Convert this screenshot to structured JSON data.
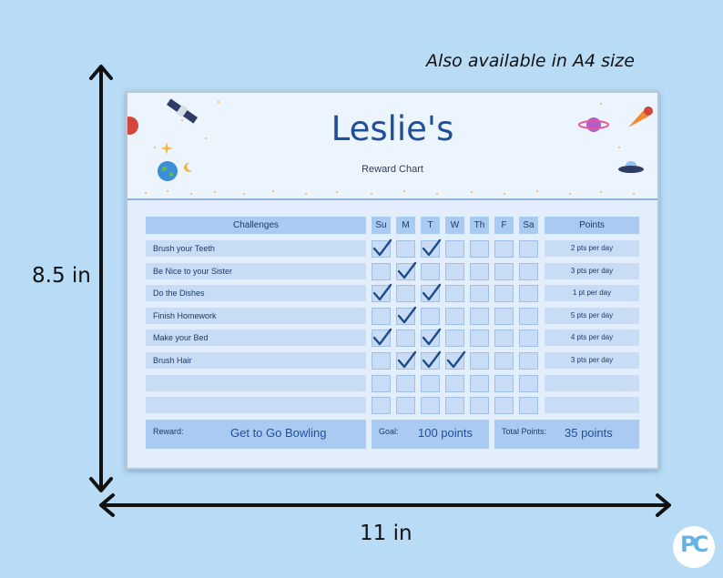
{
  "caption": "Also available in A4 size",
  "dimensions": {
    "height": "8.5 in",
    "width": "11 in"
  },
  "chart": {
    "name": "Leslie's",
    "subtitle": "Reward Chart",
    "headers": {
      "challenges": "Challenges",
      "points": "Points",
      "days": [
        "Su",
        "M",
        "T",
        "W",
        "Th",
        "F",
        "Sa"
      ]
    },
    "rows": [
      {
        "challenge": "Brush your Teeth",
        "checks": [
          1,
          0,
          1,
          0,
          0,
          0,
          0
        ],
        "points": "2 pts per day"
      },
      {
        "challenge": "Be Nice to your Sister",
        "checks": [
          0,
          1,
          0,
          0,
          0,
          0,
          0
        ],
        "points": "3 pts per day"
      },
      {
        "challenge": "Do the Dishes",
        "checks": [
          1,
          0,
          1,
          0,
          0,
          0,
          0
        ],
        "points": "1 pt per day"
      },
      {
        "challenge": "Finish Homework",
        "checks": [
          0,
          1,
          0,
          0,
          0,
          0,
          0
        ],
        "points": "5 pts per day"
      },
      {
        "challenge": "Make your Bed",
        "checks": [
          1,
          0,
          1,
          0,
          0,
          0,
          0
        ],
        "points": "4 pts per day"
      },
      {
        "challenge": "Brush Hair",
        "checks": [
          0,
          1,
          1,
          1,
          0,
          0,
          0
        ],
        "points": "3 pts per day"
      },
      {
        "challenge": "",
        "checks": [
          0,
          0,
          0,
          0,
          0,
          0,
          0
        ],
        "points": ""
      },
      {
        "challenge": "",
        "checks": [
          0,
          0,
          0,
          0,
          0,
          0,
          0
        ],
        "points": ""
      }
    ],
    "footer": {
      "reward_label": "Reward:",
      "reward_value": "Get to Go Bowling",
      "goal_label": "Goal:",
      "goal_value": "100 points",
      "total_label": "Total Points:",
      "total_value": "35 points"
    }
  },
  "logo": "PC",
  "icons": [
    "satellite-icon",
    "planet-icon",
    "earth-icon",
    "rocket-comet-icon",
    "ufo-icon",
    "star-icon",
    "moon-icon",
    "check-icon"
  ],
  "colors": {
    "background": "#b9dcf6",
    "title": "#1f4e9b",
    "header_cell": "#a9cbf2",
    "cell": "#c8ddf5",
    "check": "#1e4b8c"
  }
}
